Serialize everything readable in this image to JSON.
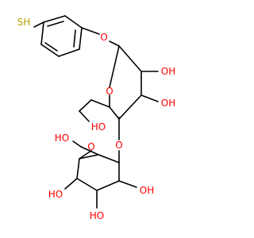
{
  "molecule": {
    "atoms": {
      "sh": "SH",
      "o_link1": "O",
      "oh_top": "OH",
      "oh_mid": "OH",
      "ho_left": "HO",
      "o_ring1": "O",
      "o_glyco": "O",
      "o_ring2": "O",
      "ho_left2": "HO",
      "oh_r": "OH",
      "ho_bl": "HO",
      "ho_b": "HO"
    },
    "colors": {
      "oxygen": "#ff0000",
      "sulfur": "#b3a100",
      "bond": "#000000"
    }
  }
}
